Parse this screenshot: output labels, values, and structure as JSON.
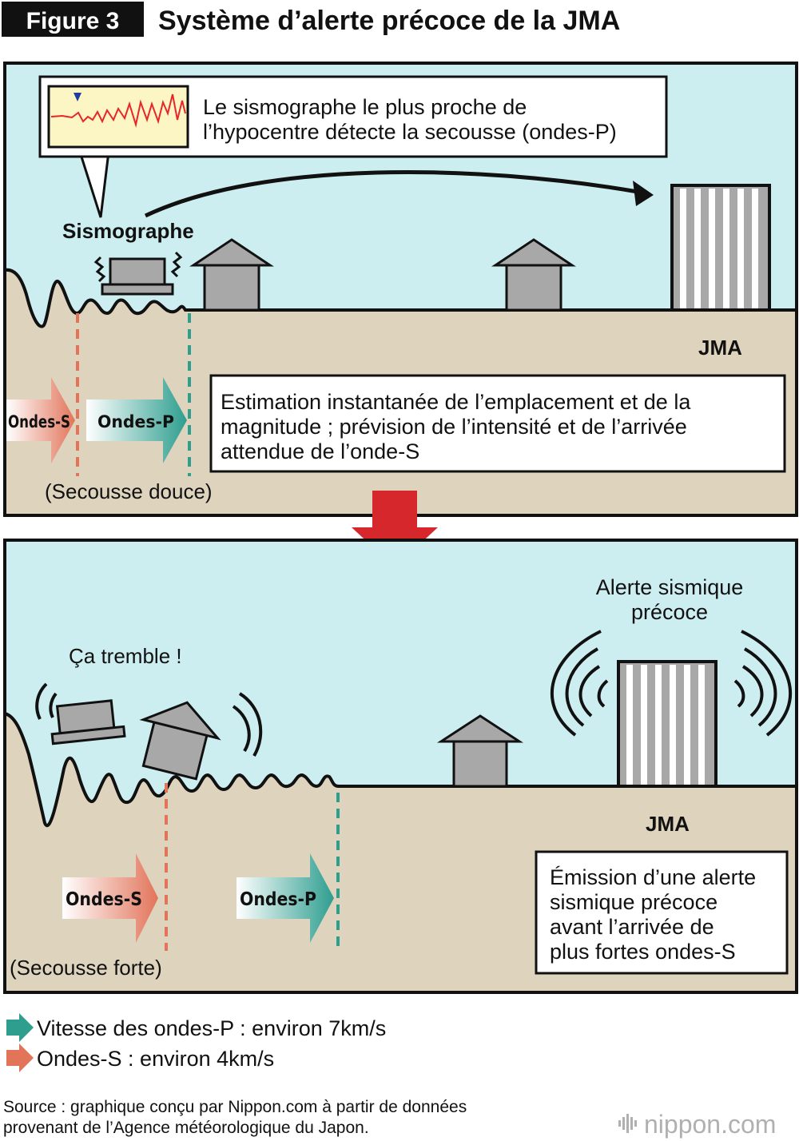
{
  "header": {
    "badge": "Figure 3",
    "title": "Système d’alerte précoce de la JMA"
  },
  "panel_top": {
    "callout_line1": "Le sismographe le plus proche de",
    "callout_line2": "l’hypocentre détecte la secousse (ondes-P)",
    "seismograph_label": "Sismographe",
    "jma_label": "JMA",
    "estimate_line1": "Estimation instantanée de l’emplacement et de la",
    "estimate_line2": "magnitude ; prévision de l’intensité et de l’arrivée",
    "estimate_line3": "attendue de l’onde-S",
    "s_wave_label": "Ondes-S",
    "p_wave_label": "Ondes-P",
    "shake_note": "(Secousse douce)"
  },
  "panel_bottom": {
    "alert_line1": "Alerte sismique",
    "alert_line2": "précoce",
    "shaking_label": "Ça tremble !",
    "jma_label": "JMA",
    "emission_line1": "Émission d’une alerte",
    "emission_line2": "sismique précoce",
    "emission_line3": "avant l’arrivée de",
    "emission_line4": "plus fortes ondes-S",
    "s_wave_label": "Ondes-S",
    "p_wave_label": "Ondes-P",
    "shake_note": "(Secousse forte)"
  },
  "legend": {
    "p_speed": "Vitesse des ondes-P : environ 7km/s",
    "s_speed": "Ondes-S : environ 4km/s"
  },
  "footer": {
    "source_line1": "Source : graphique conçu par Nippon.com à partir de données",
    "source_line2": "provenant de l’Agence météorologique du Japon.",
    "logo_text": "nippon.com"
  },
  "colors": {
    "sky": "#cdeef0",
    "ground": "#ded3bd",
    "p_wave": "#2e9e8f",
    "s_wave": "#e2745a",
    "alert_arrow": "#d6282c",
    "building_gray": "#a8a8a8",
    "seismogram_bg": "#fbf6c4",
    "seismogram_trace": "#e8262a"
  }
}
